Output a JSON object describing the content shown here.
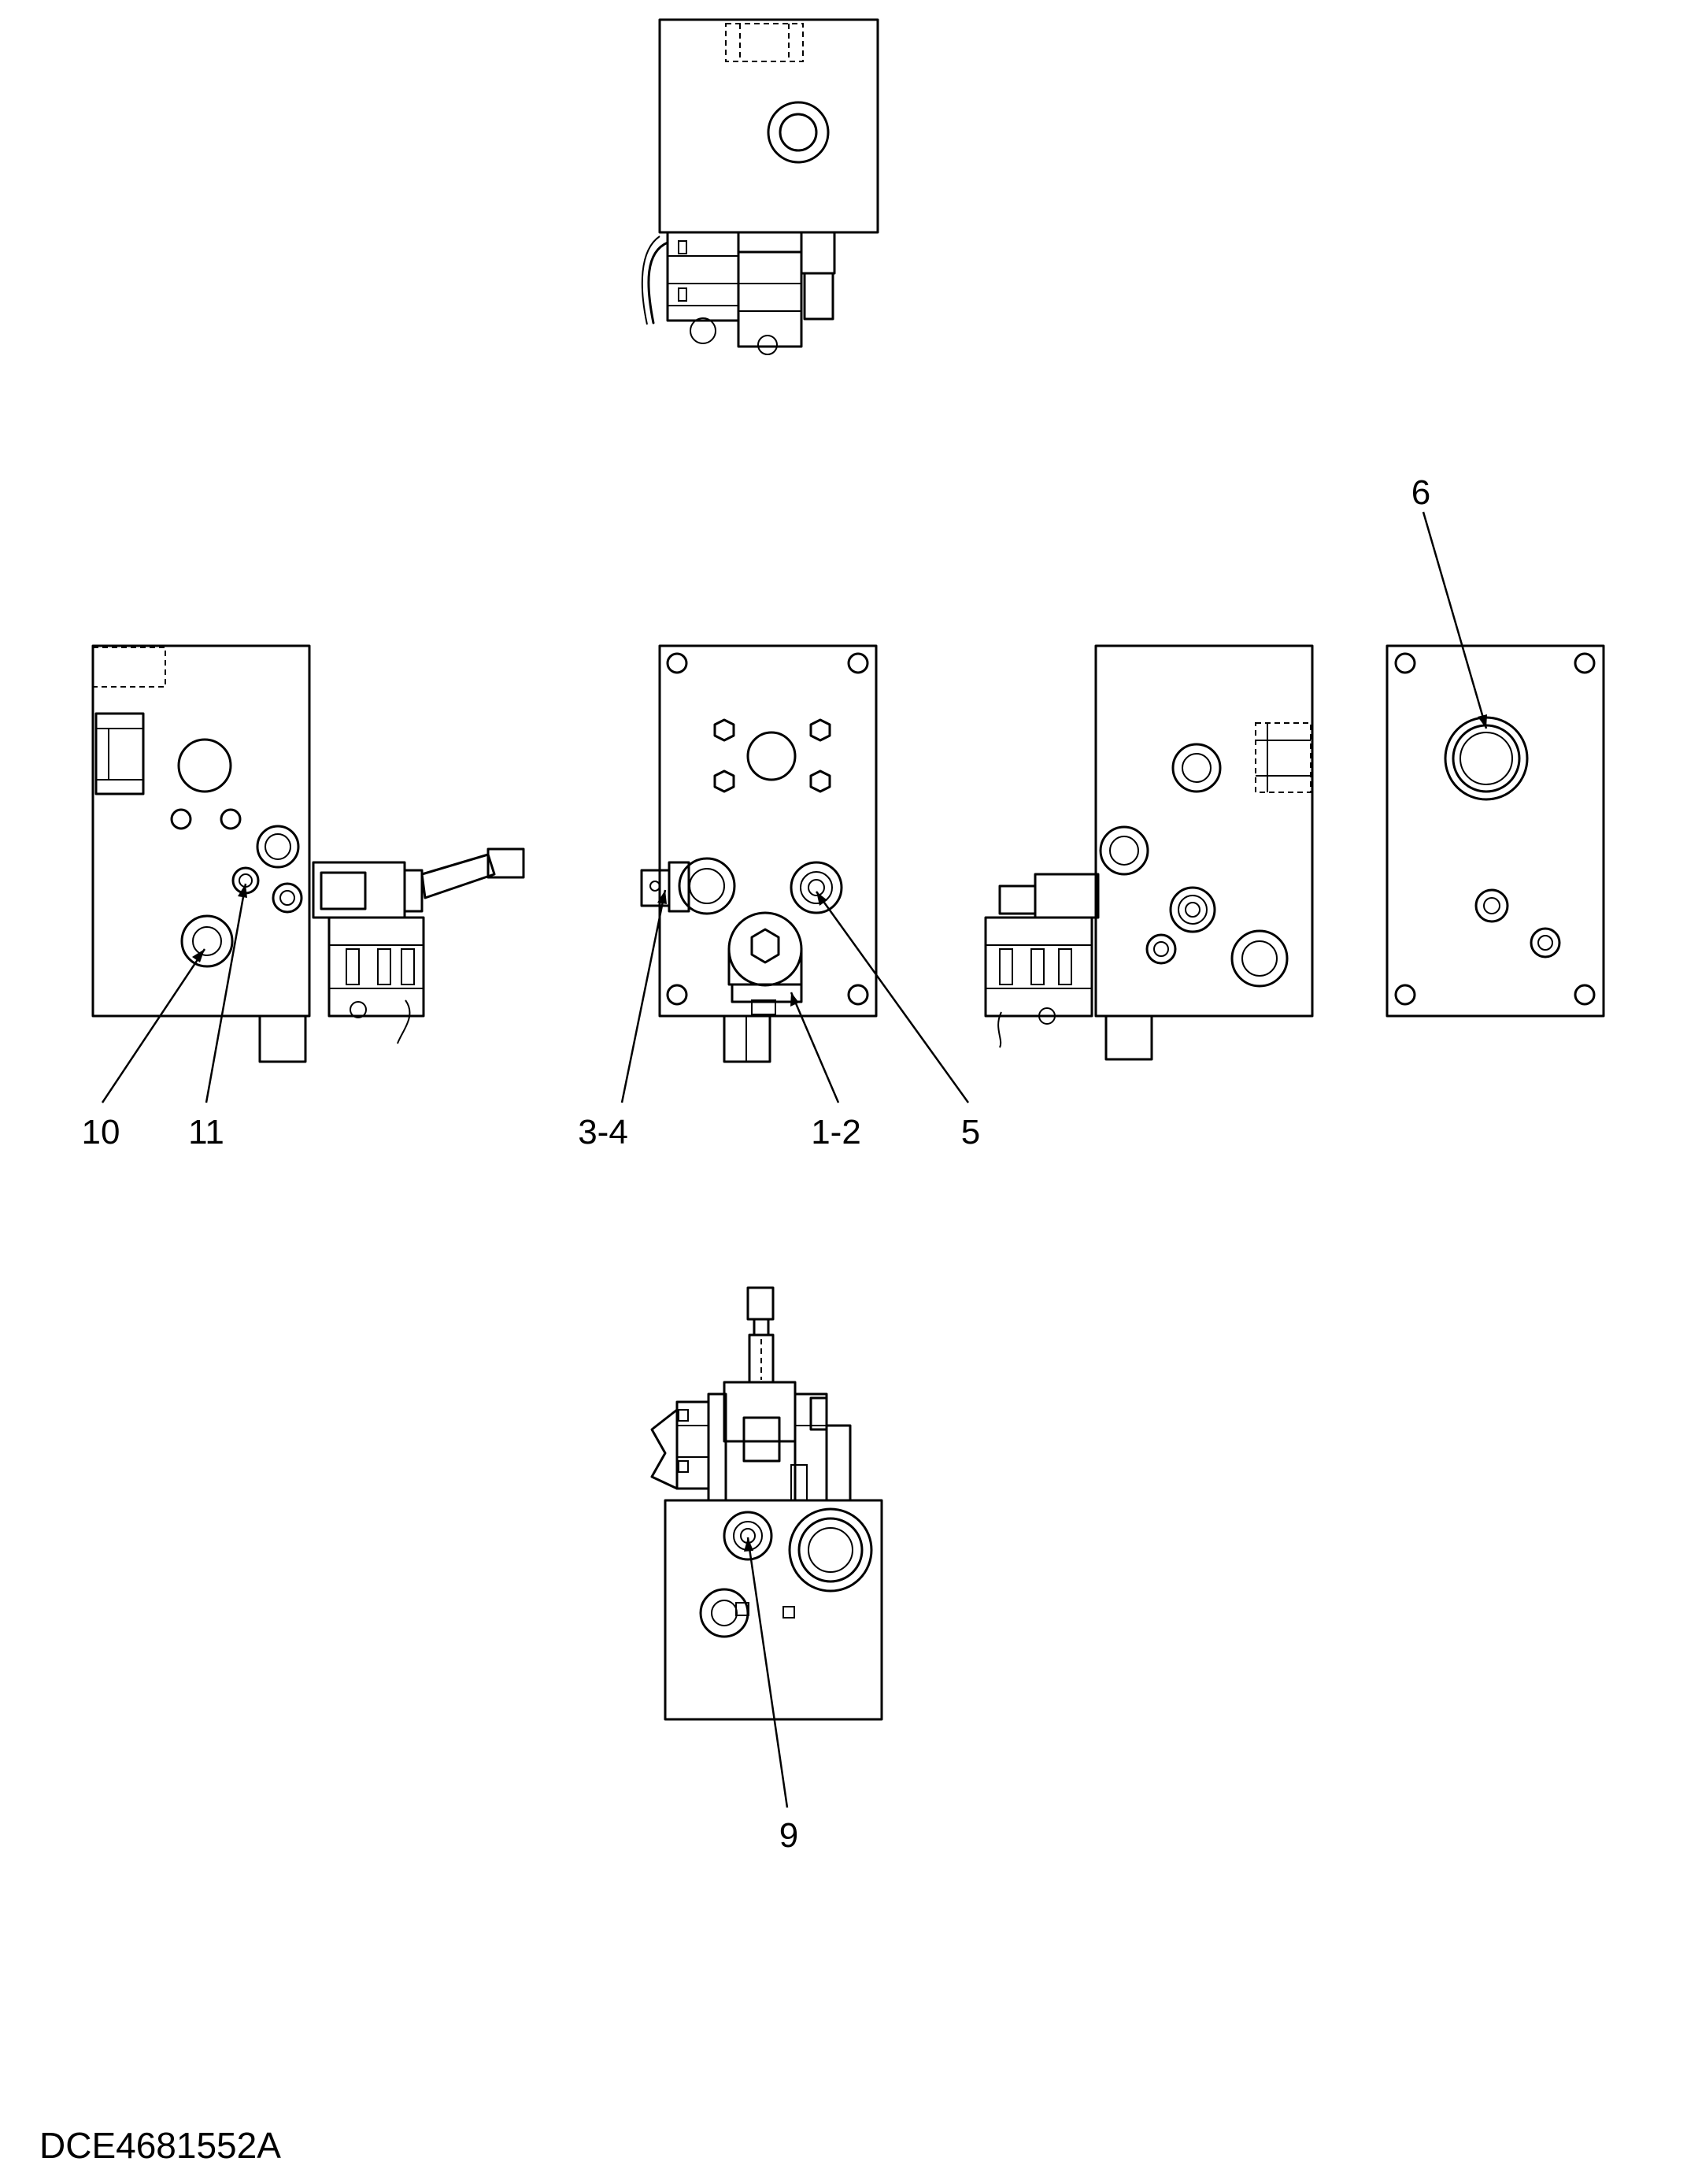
{
  "diagram": {
    "drawing_code": "DCE4681552A",
    "callouts": {
      "c10": "10",
      "c11": "11",
      "c34": "3-4",
      "c12": "1-2",
      "c5": "5",
      "c6": "6",
      "c9": "9"
    },
    "colors": {
      "line": "#000000",
      "background": "#ffffff"
    }
  }
}
